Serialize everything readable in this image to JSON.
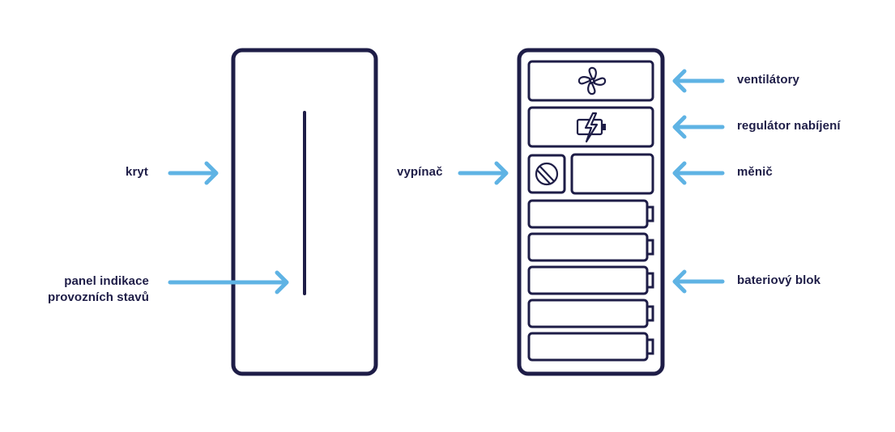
{
  "labels": {
    "cover": "kryt",
    "status_panel_line1": "panel indikace",
    "status_panel_line2": "provozních stavů",
    "switch": "vypínač",
    "fans": "ventilátory",
    "charge_regulator": "regulátor nabíjení",
    "inverter": "měnič",
    "battery_block": "bateriový blok"
  },
  "colors": {
    "outline": "#1e1d47",
    "arrow": "#5fb3e4",
    "background": "#ffffff"
  },
  "icons": {
    "fans": "fan-icon",
    "charge_regulator": "battery-charging-icon",
    "switch": "power-switch-icon"
  },
  "battery_cell_count": 5
}
